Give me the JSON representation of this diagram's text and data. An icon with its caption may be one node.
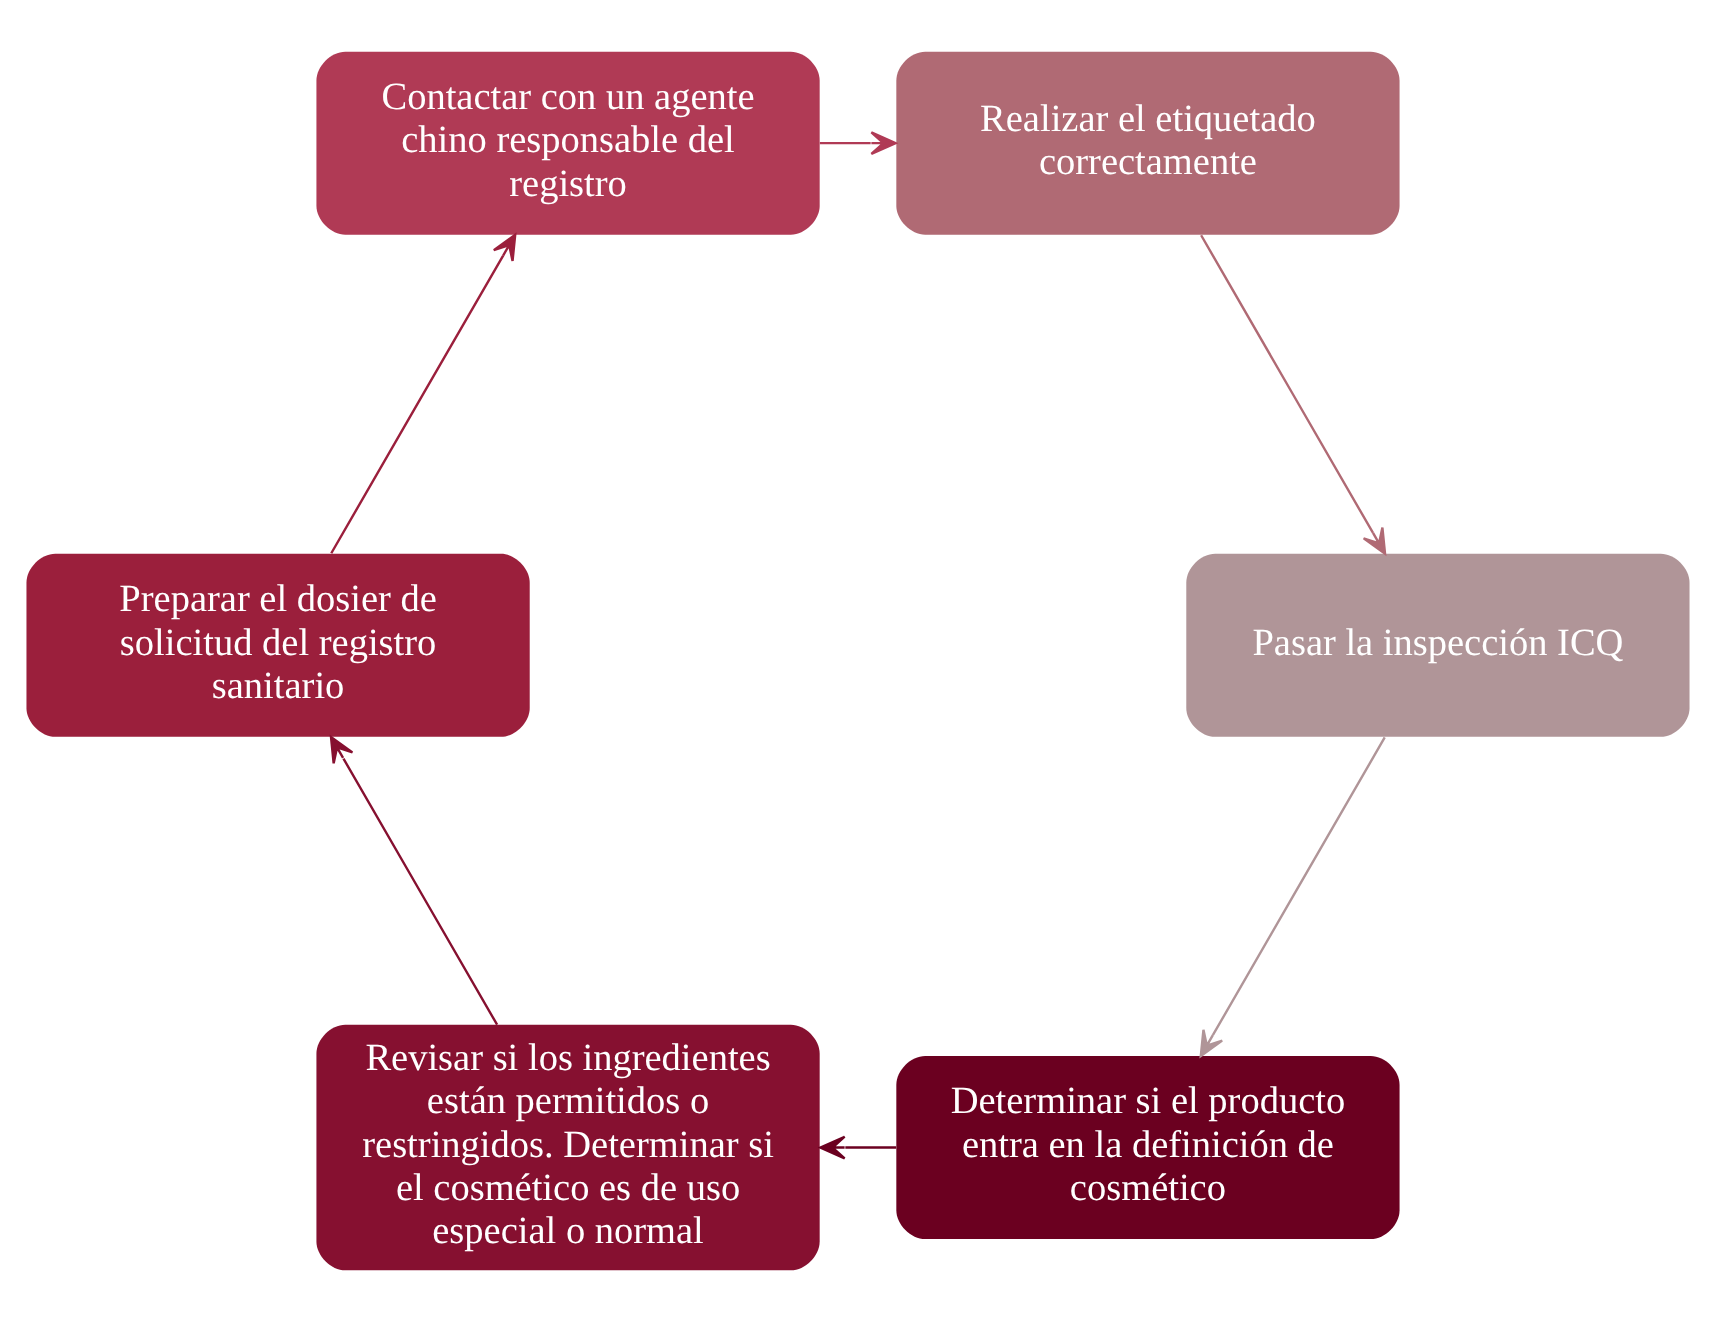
{
  "diagram": {
    "nodes": [
      {
        "text": [
          "Determinar si el producto entra en la definición de cosmético"
        ]
      },
      {
        "text": [
          "Revisar si los ingredientes están permitidos o restringidos. Determinar si el cosmético es de uso especial o normal"
        ]
      },
      {
        "text": [
          "Preparar el dosier de solicitud del registro sanitario"
        ]
      },
      {
        "text": [
          "Contactar con un agente chino responsable del registro"
        ]
      },
      {
        "text": [
          "Realizar el etiquetado correctamente"
        ]
      },
      {
        "text": [
          "Pasar la inspección ICQ"
        ]
      }
    ],
    "edges": [
      {
        "from": 0,
        "to": 1,
        "arrow": "to",
        "color": "#6b0020"
      },
      {
        "from": 1,
        "to": 2,
        "arrow": "to",
        "color": "#861030"
      },
      {
        "from": 2,
        "to": 3,
        "arrow": "to",
        "color": "#9b1f3c"
      },
      {
        "from": 3,
        "to": 4,
        "arrow": "to",
        "color": "#b03a55"
      },
      {
        "from": 4,
        "to": 5,
        "arrow": "to",
        "color": "#b06a74"
      },
      {
        "from": 5,
        "to": 0,
        "arrow": "to",
        "color": "#b09598"
      }
    ]
  }
}
